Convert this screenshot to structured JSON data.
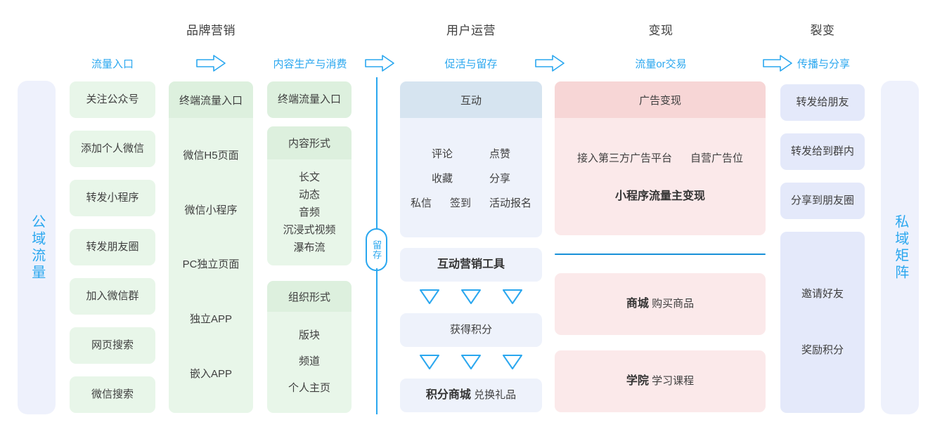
{
  "sections": [
    {
      "id": "brand-marketing",
      "label": "品牌营销"
    },
    {
      "id": "user-operation",
      "label": "用户运营"
    },
    {
      "id": "monetization",
      "label": "变现"
    },
    {
      "id": "fission",
      "label": "裂变"
    }
  ],
  "stages": [
    {
      "id": "traffic-entry",
      "label": "流量入口"
    },
    {
      "id": "content-production",
      "label": "内容生产与消费"
    },
    {
      "id": "activation-retention",
      "label": "促活与留存"
    },
    {
      "id": "traffic-or-trade",
      "label": "流量or交易"
    },
    {
      "id": "spread-share",
      "label": "传播与分享"
    }
  ],
  "arrows": [
    {
      "id": "arrow-1",
      "icon": "right-arrow-icon"
    },
    {
      "id": "arrow-2",
      "icon": "right-arrow-icon"
    },
    {
      "id": "arrow-3",
      "icon": "right-arrow-icon"
    },
    {
      "id": "arrow-4",
      "icon": "right-arrow-icon"
    }
  ],
  "left_rail": {
    "label": "公域流量",
    "color": "#2aa7ef"
  },
  "right_rail": {
    "label": "私域矩阵",
    "color": "#2aa7ef"
  },
  "retention_connector": {
    "label": "留存",
    "color": "#2aa7ef"
  },
  "col_traffic_entry": {
    "items": [
      {
        "label": "关注公众号"
      },
      {
        "label": "添加个人微信"
      },
      {
        "label": "转发小程序"
      },
      {
        "label": "转发朋友圈"
      },
      {
        "label": "加入微信群"
      },
      {
        "label": "网页搜索"
      },
      {
        "label": "微信搜索"
      }
    ]
  },
  "col_terminal_entry": {
    "header": "终端流量入口",
    "items": [
      {
        "label": "微信H5页面"
      },
      {
        "label": "微信小程序"
      },
      {
        "label": "PC独立页面"
      },
      {
        "label": "独立APP"
      },
      {
        "label": "嵌入APP"
      }
    ]
  },
  "col_content": {
    "header": "终端流量入口",
    "groups": [
      {
        "id": "content-form",
        "header": "内容形式",
        "items": [
          "长文",
          "动态",
          "音频",
          "沉浸式视频",
          "瀑布流"
        ]
      },
      {
        "id": "organization-form",
        "header": "组织形式",
        "items": [
          "版块",
          "频道",
          "个人主页"
        ]
      }
    ]
  },
  "col_user_operation": {
    "interaction": {
      "header": "互动",
      "row1": [
        "评论",
        "点赞"
      ],
      "row2": [
        "收藏",
        "分享"
      ],
      "row3": [
        "私信",
        "签到",
        "活动报名"
      ]
    },
    "marketing_tool": {
      "label": "互动营销工具",
      "bold": true
    },
    "points": {
      "label": "获得积分"
    },
    "points_mall": {
      "label_bold": "积分商城",
      "label_rest": "兑换礼品"
    },
    "triangle_rows": [
      {
        "id": "tri-row-1",
        "count": 3,
        "icon": "triangle-down-icon"
      },
      {
        "id": "tri-row-2",
        "count": 3,
        "icon": "triangle-down-icon"
      }
    ]
  },
  "col_monetization": {
    "ads": {
      "header": "广告变现",
      "row1": [
        "接入第三方广告平台",
        "自营广告位"
      ],
      "row2_bold": "小程序流量主变现"
    },
    "divider": {
      "color": "#1890d8"
    },
    "shop": {
      "label_bold": "商城",
      "label_rest": "购买商品"
    },
    "academy": {
      "label_bold": "学院",
      "label_rest": "学习课程"
    }
  },
  "col_fission": {
    "items": [
      {
        "label": "转发给朋友"
      },
      {
        "label": "转发给到群内"
      },
      {
        "label": "分享到朋友圈"
      }
    ],
    "rewards": {
      "items": [
        "邀请好友",
        "奖励积分"
      ]
    }
  },
  "colors": {
    "accent_blue": "#2aa7ef",
    "line_blue": "#1890d8",
    "green_soft": "#e8f6e9",
    "green_mid": "#ddf0de",
    "blue_soft": "#eef2fb",
    "blue_mid": "#d6e4f0",
    "lavender": "#e4e9fa",
    "lavender_pale": "#eef1fc",
    "pink_soft": "#fbe9ea",
    "pink_mid": "#f7d6d6",
    "text": "#3f3f3f"
  }
}
